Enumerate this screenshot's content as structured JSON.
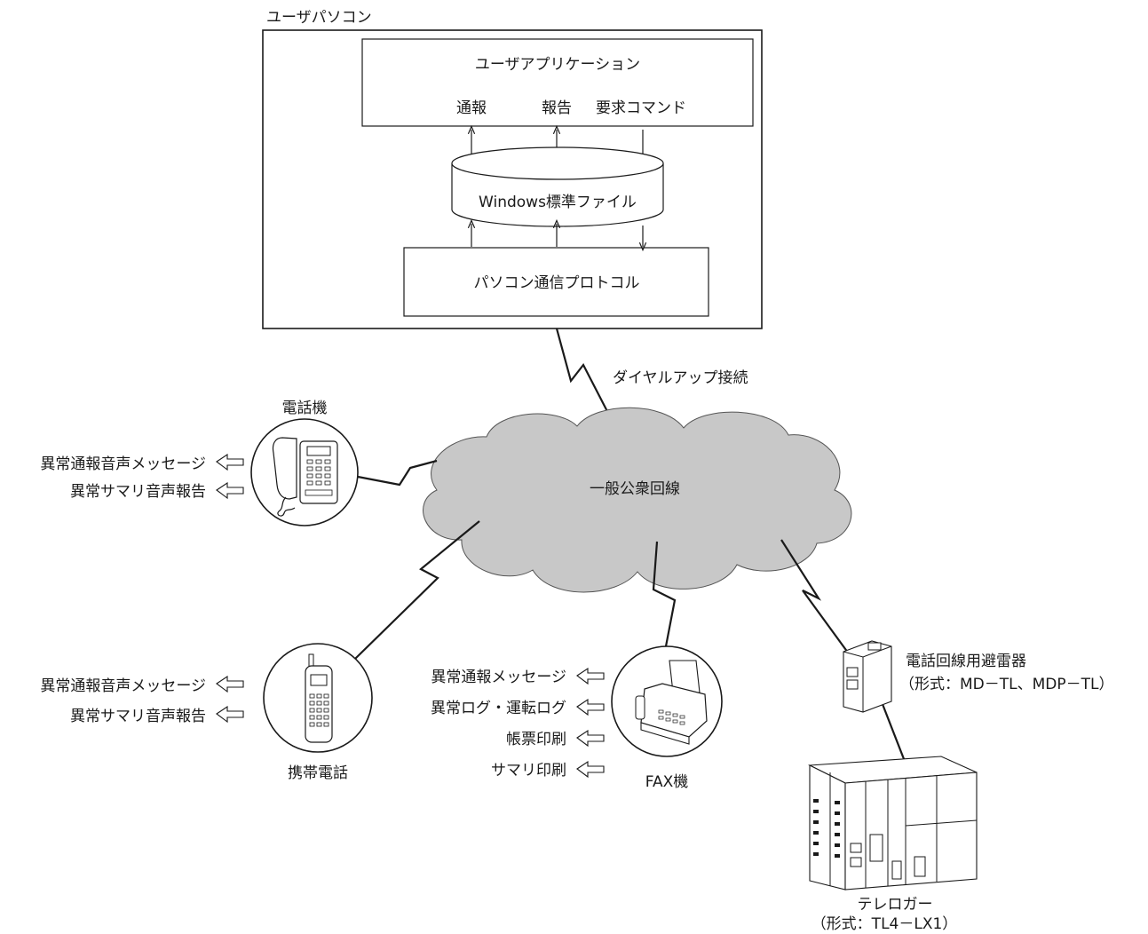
{
  "user_pc": {
    "title": "ユーザパソコン",
    "app_box": {
      "title": "ユーザアプリケーション",
      "ports": [
        "通報",
        "報告",
        "要求コマンド"
      ]
    },
    "file_label": "Windows標準ファイル",
    "protocol_label": "パソコン通信プロトコル"
  },
  "dialup_label": "ダイヤルアップ接続",
  "network_label": "一般公衆回線",
  "telephone": {
    "label": "電話機",
    "outputs": [
      "異常通報音声メッセージ",
      "異常サマリ音声報告"
    ]
  },
  "mobile": {
    "label": "携帯電話",
    "outputs": [
      "異常通報音声メッセージ",
      "異常サマリ音声報告"
    ]
  },
  "fax": {
    "label": "FAX機",
    "outputs": [
      "異常通報メッセージ",
      "異常ログ・運転ログ",
      "帳票印刷",
      "サマリ印刷"
    ]
  },
  "arrester": {
    "label": "電話回線用避雷器",
    "model": "（形式：MD－TL、MDP－TL）"
  },
  "logger": {
    "label": "テレロガー",
    "model": "（形式：TL4－LX1）"
  }
}
